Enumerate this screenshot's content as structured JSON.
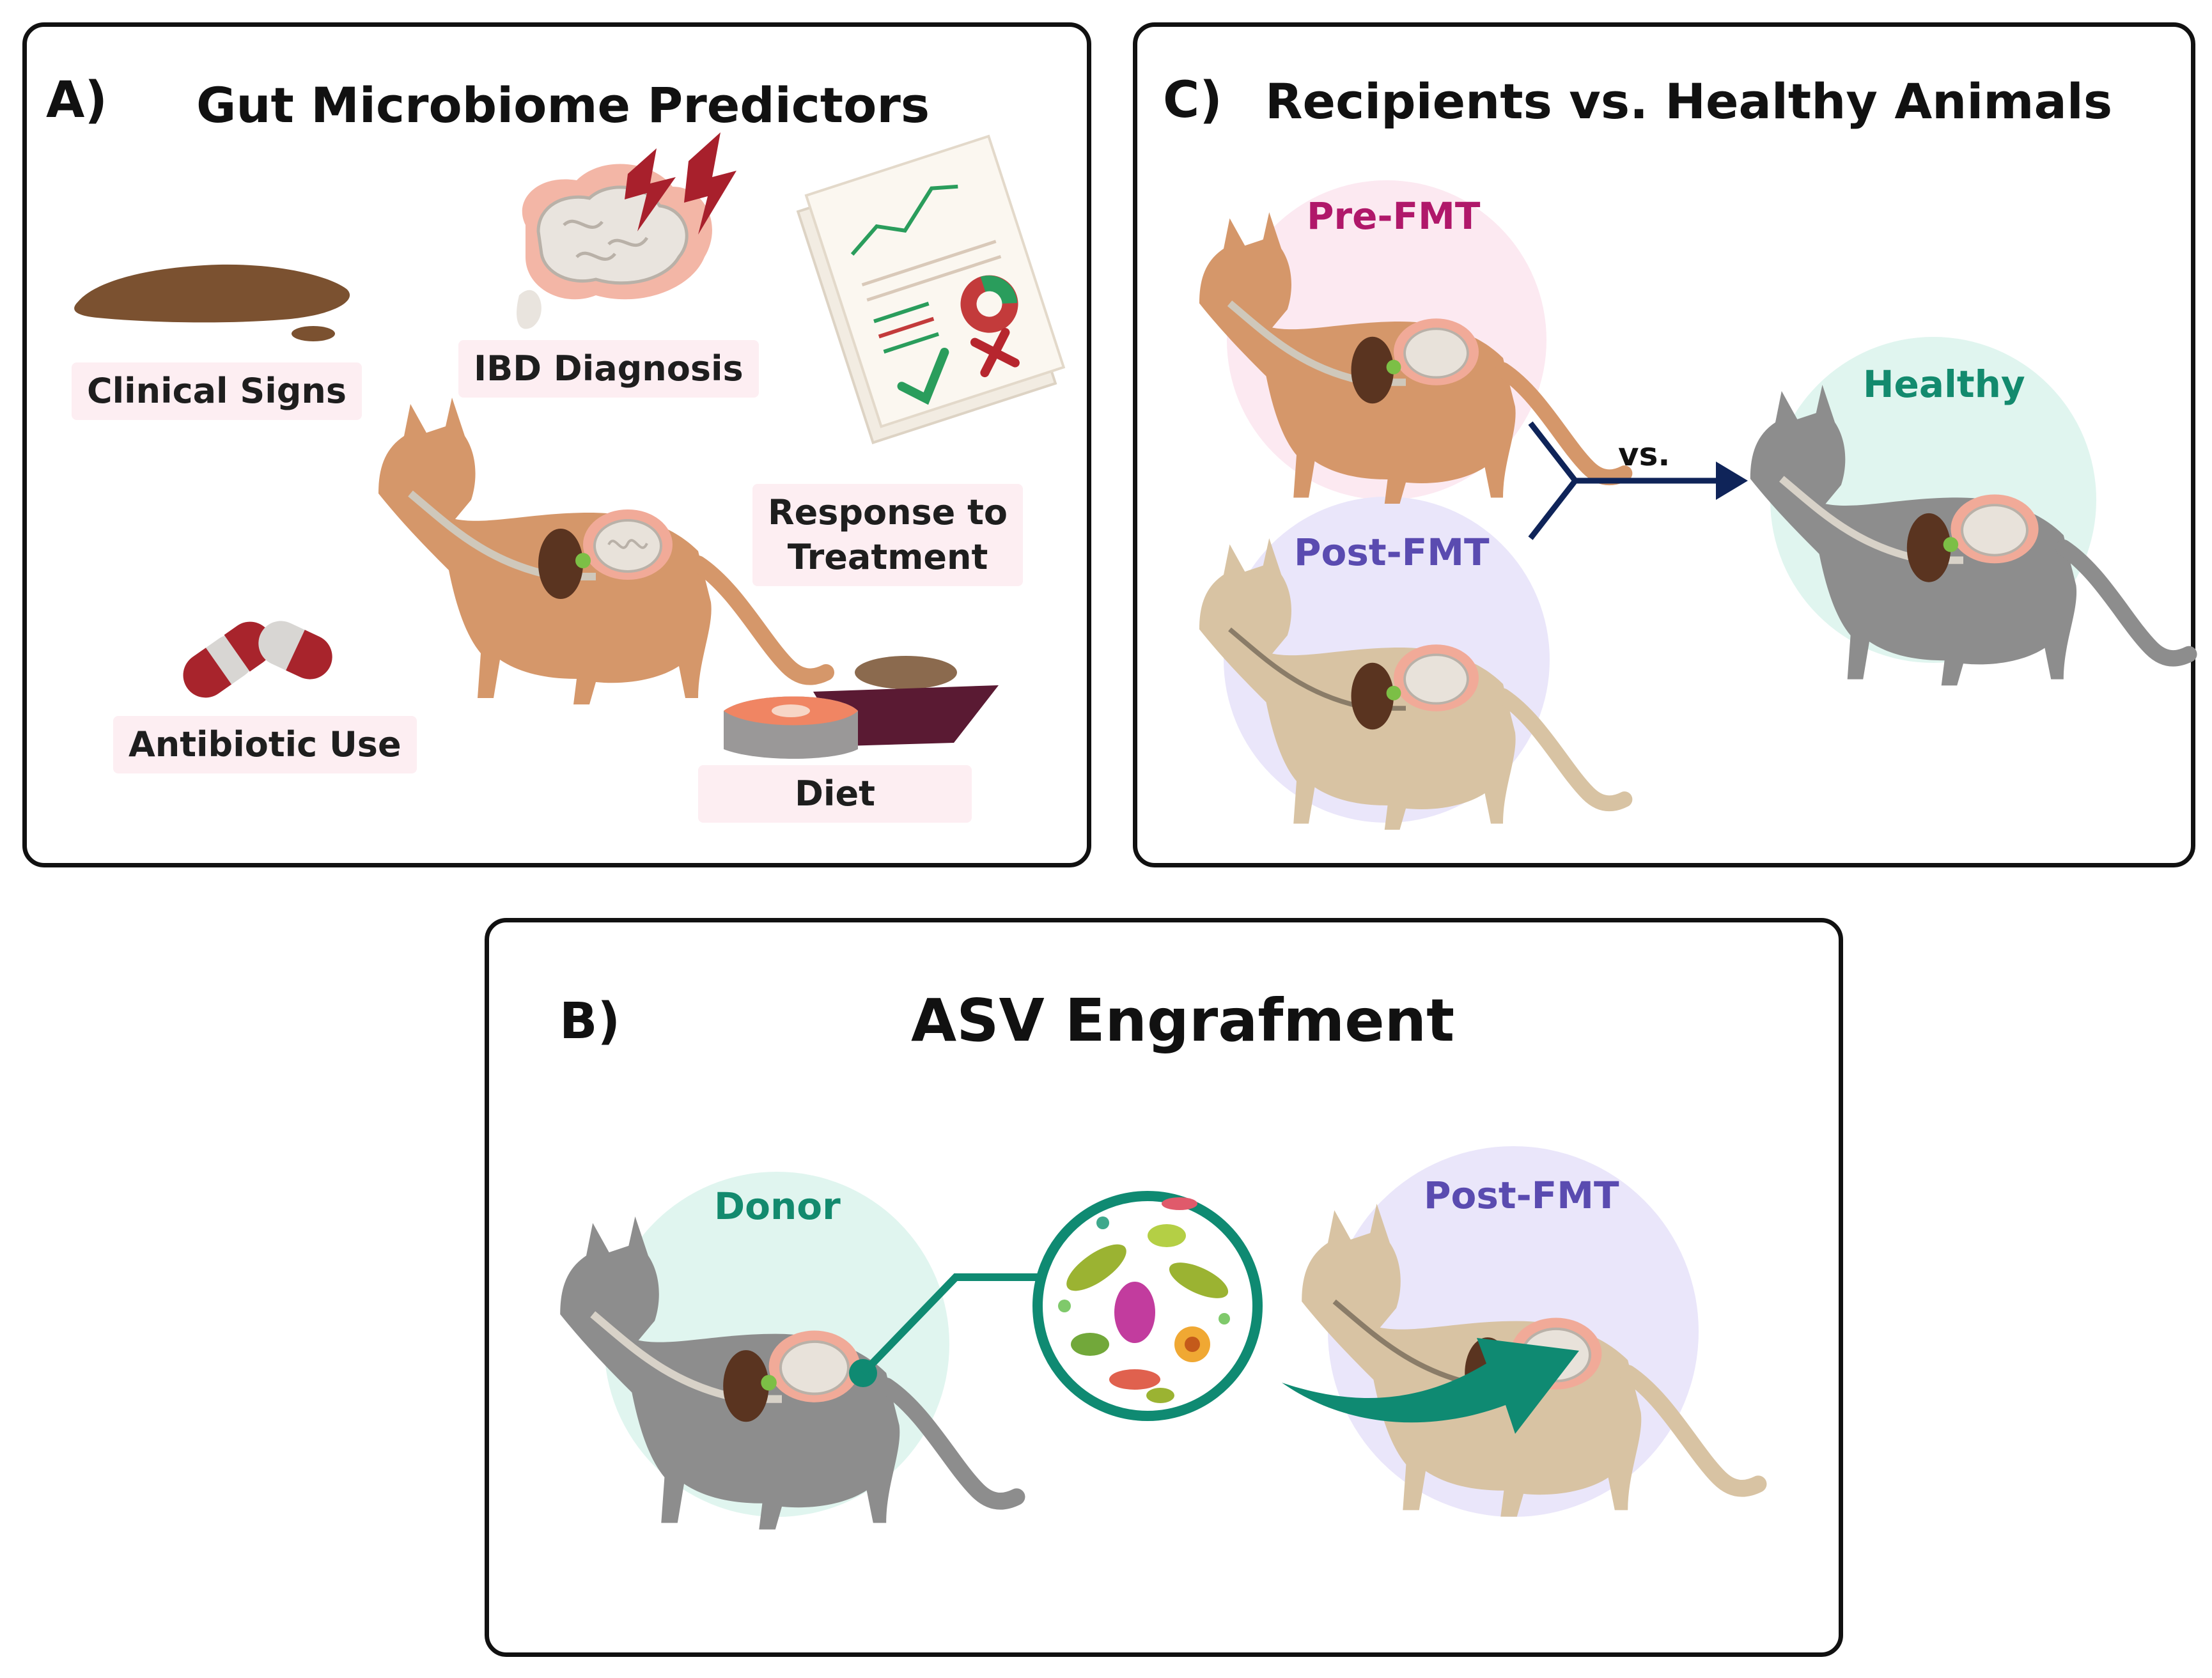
{
  "panel_a": {
    "letter": "A)",
    "title": "Gut Microbiome Predictors",
    "items": {
      "clinical_signs": "Clinical Signs",
      "ibd_diagnosis": "IBD Diagnosis",
      "response_line1": "Response to",
      "response_line2": "Treatment",
      "antibiotic_use": "Antibiotic Use",
      "diet": "Diet"
    }
  },
  "panel_c": {
    "letter": "C)",
    "title": "Recipients vs. Healthy Animals",
    "pre_label": "Pre-FMT",
    "post_label": "Post-FMT",
    "healthy_label": "Healthy",
    "vs_label": "vs."
  },
  "panel_b": {
    "letter": "B)",
    "title": "ASV Engrafment",
    "donor_label": "Donor",
    "post_label": "Post-FMT"
  },
  "colors": {
    "pre_fmt": "#b0186a",
    "post_fmt": "#5a4bb0",
    "healthy": "#138a6e",
    "arrow_navy": "#0f2459",
    "teal_arrow": "#0f8a72",
    "orange_cat": "#d5976a",
    "tan_cat": "#d8c3a3",
    "grey_cat": "#8d8d8d"
  }
}
